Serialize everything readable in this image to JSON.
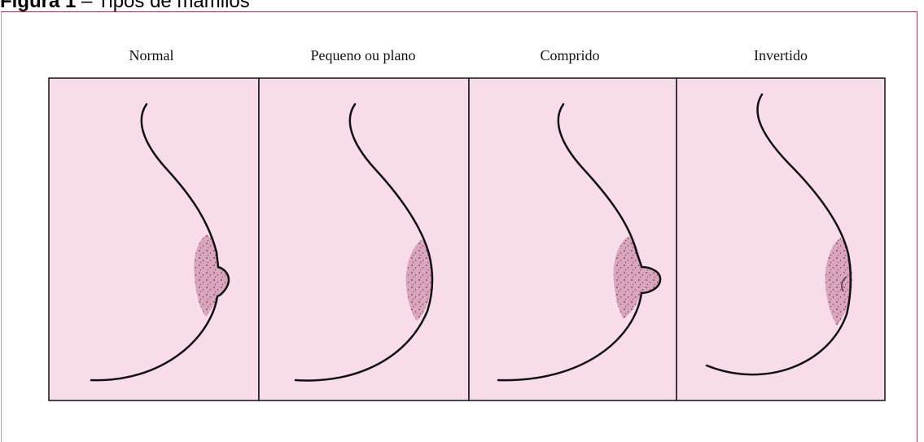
{
  "figure": {
    "caption_label": "Figura 1",
    "caption_dash": " – ",
    "caption_title": "Tipos de mamilos",
    "colors": {
      "panel_fill": "#f9dce9",
      "areola_fill": "#d9a6bd",
      "outline": "#111111",
      "frame_border": "#8a3a6a"
    },
    "panels": [
      {
        "label": "Normal",
        "nipple": "normal"
      },
      {
        "label": "Pequeno ou plano",
        "nipple": "flat"
      },
      {
        "label": "Comprido",
        "nipple": "long"
      },
      {
        "label": "Invertido",
        "nipple": "inverted"
      }
    ]
  }
}
